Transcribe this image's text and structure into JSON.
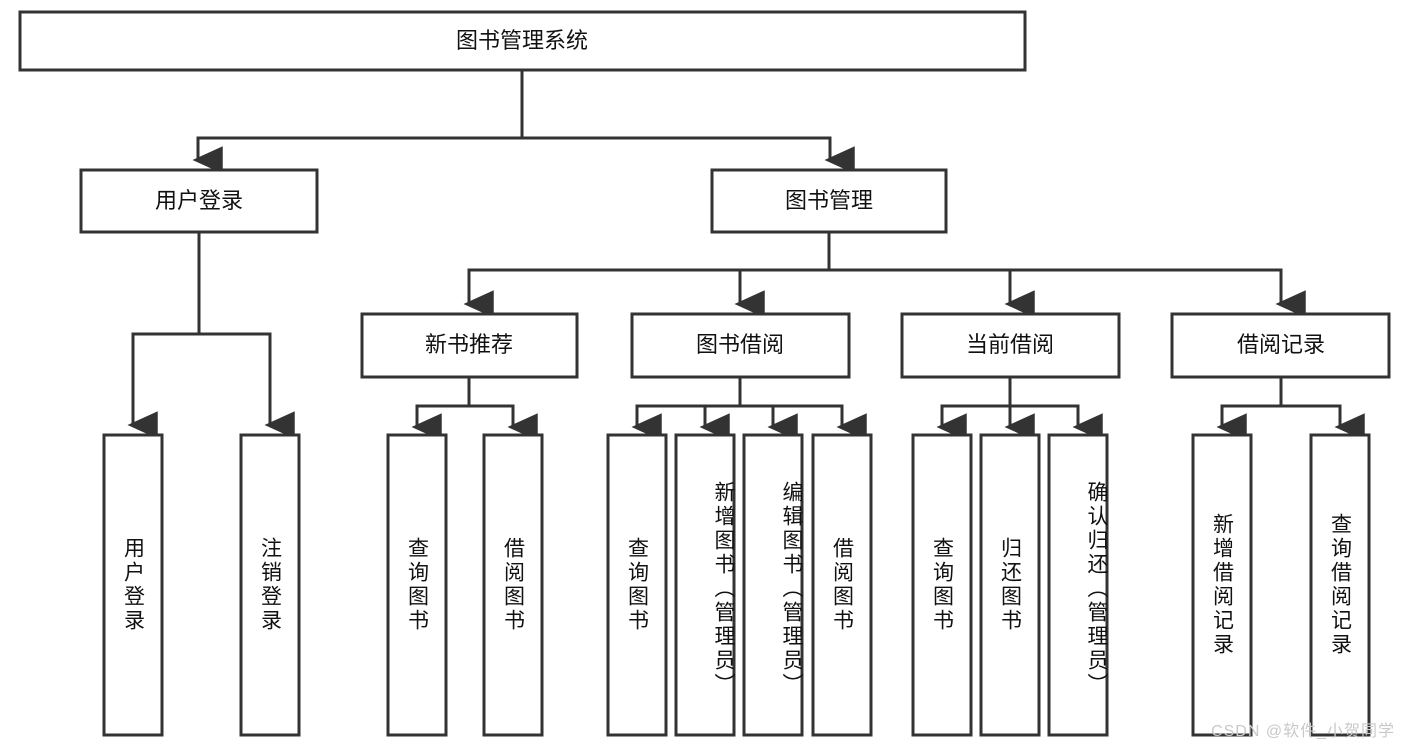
{
  "diagram": {
    "title": "图书管理系统",
    "root": {
      "label": "图书管理系统"
    },
    "level1": [
      {
        "label": "用户登录"
      },
      {
        "label": "图书管理"
      }
    ],
    "level2": [
      {
        "label": "新书推荐"
      },
      {
        "label": "图书借阅"
      },
      {
        "label": "当前借阅"
      },
      {
        "label": "借阅记录"
      }
    ],
    "leaves": {
      "user_login": [
        {
          "label": "用户登录"
        },
        {
          "label": "注销登录"
        }
      ],
      "new_book_recommend": [
        {
          "label": "查询图书"
        },
        {
          "label": "借阅图书"
        }
      ],
      "book_borrow": [
        {
          "label": "查询图书"
        },
        {
          "label": "新增图书（管理员）"
        },
        {
          "label": "编辑图书（管理员）"
        },
        {
          "label": "借阅图书"
        }
      ],
      "current_borrow": [
        {
          "label": "查询图书"
        },
        {
          "label": "归还图书"
        },
        {
          "label": "确认归还（管理员）"
        }
      ],
      "borrow_record": [
        {
          "label": "新增借阅记录"
        },
        {
          "label": "查询借阅记录"
        }
      ]
    },
    "watermark": "CSDN @软件_小贺同学",
    "colors": {
      "stroke": "#333333",
      "box_fill": "#ffffff",
      "text": "#111111",
      "watermark": "#c9c9c9",
      "background": "#ffffff"
    }
  }
}
